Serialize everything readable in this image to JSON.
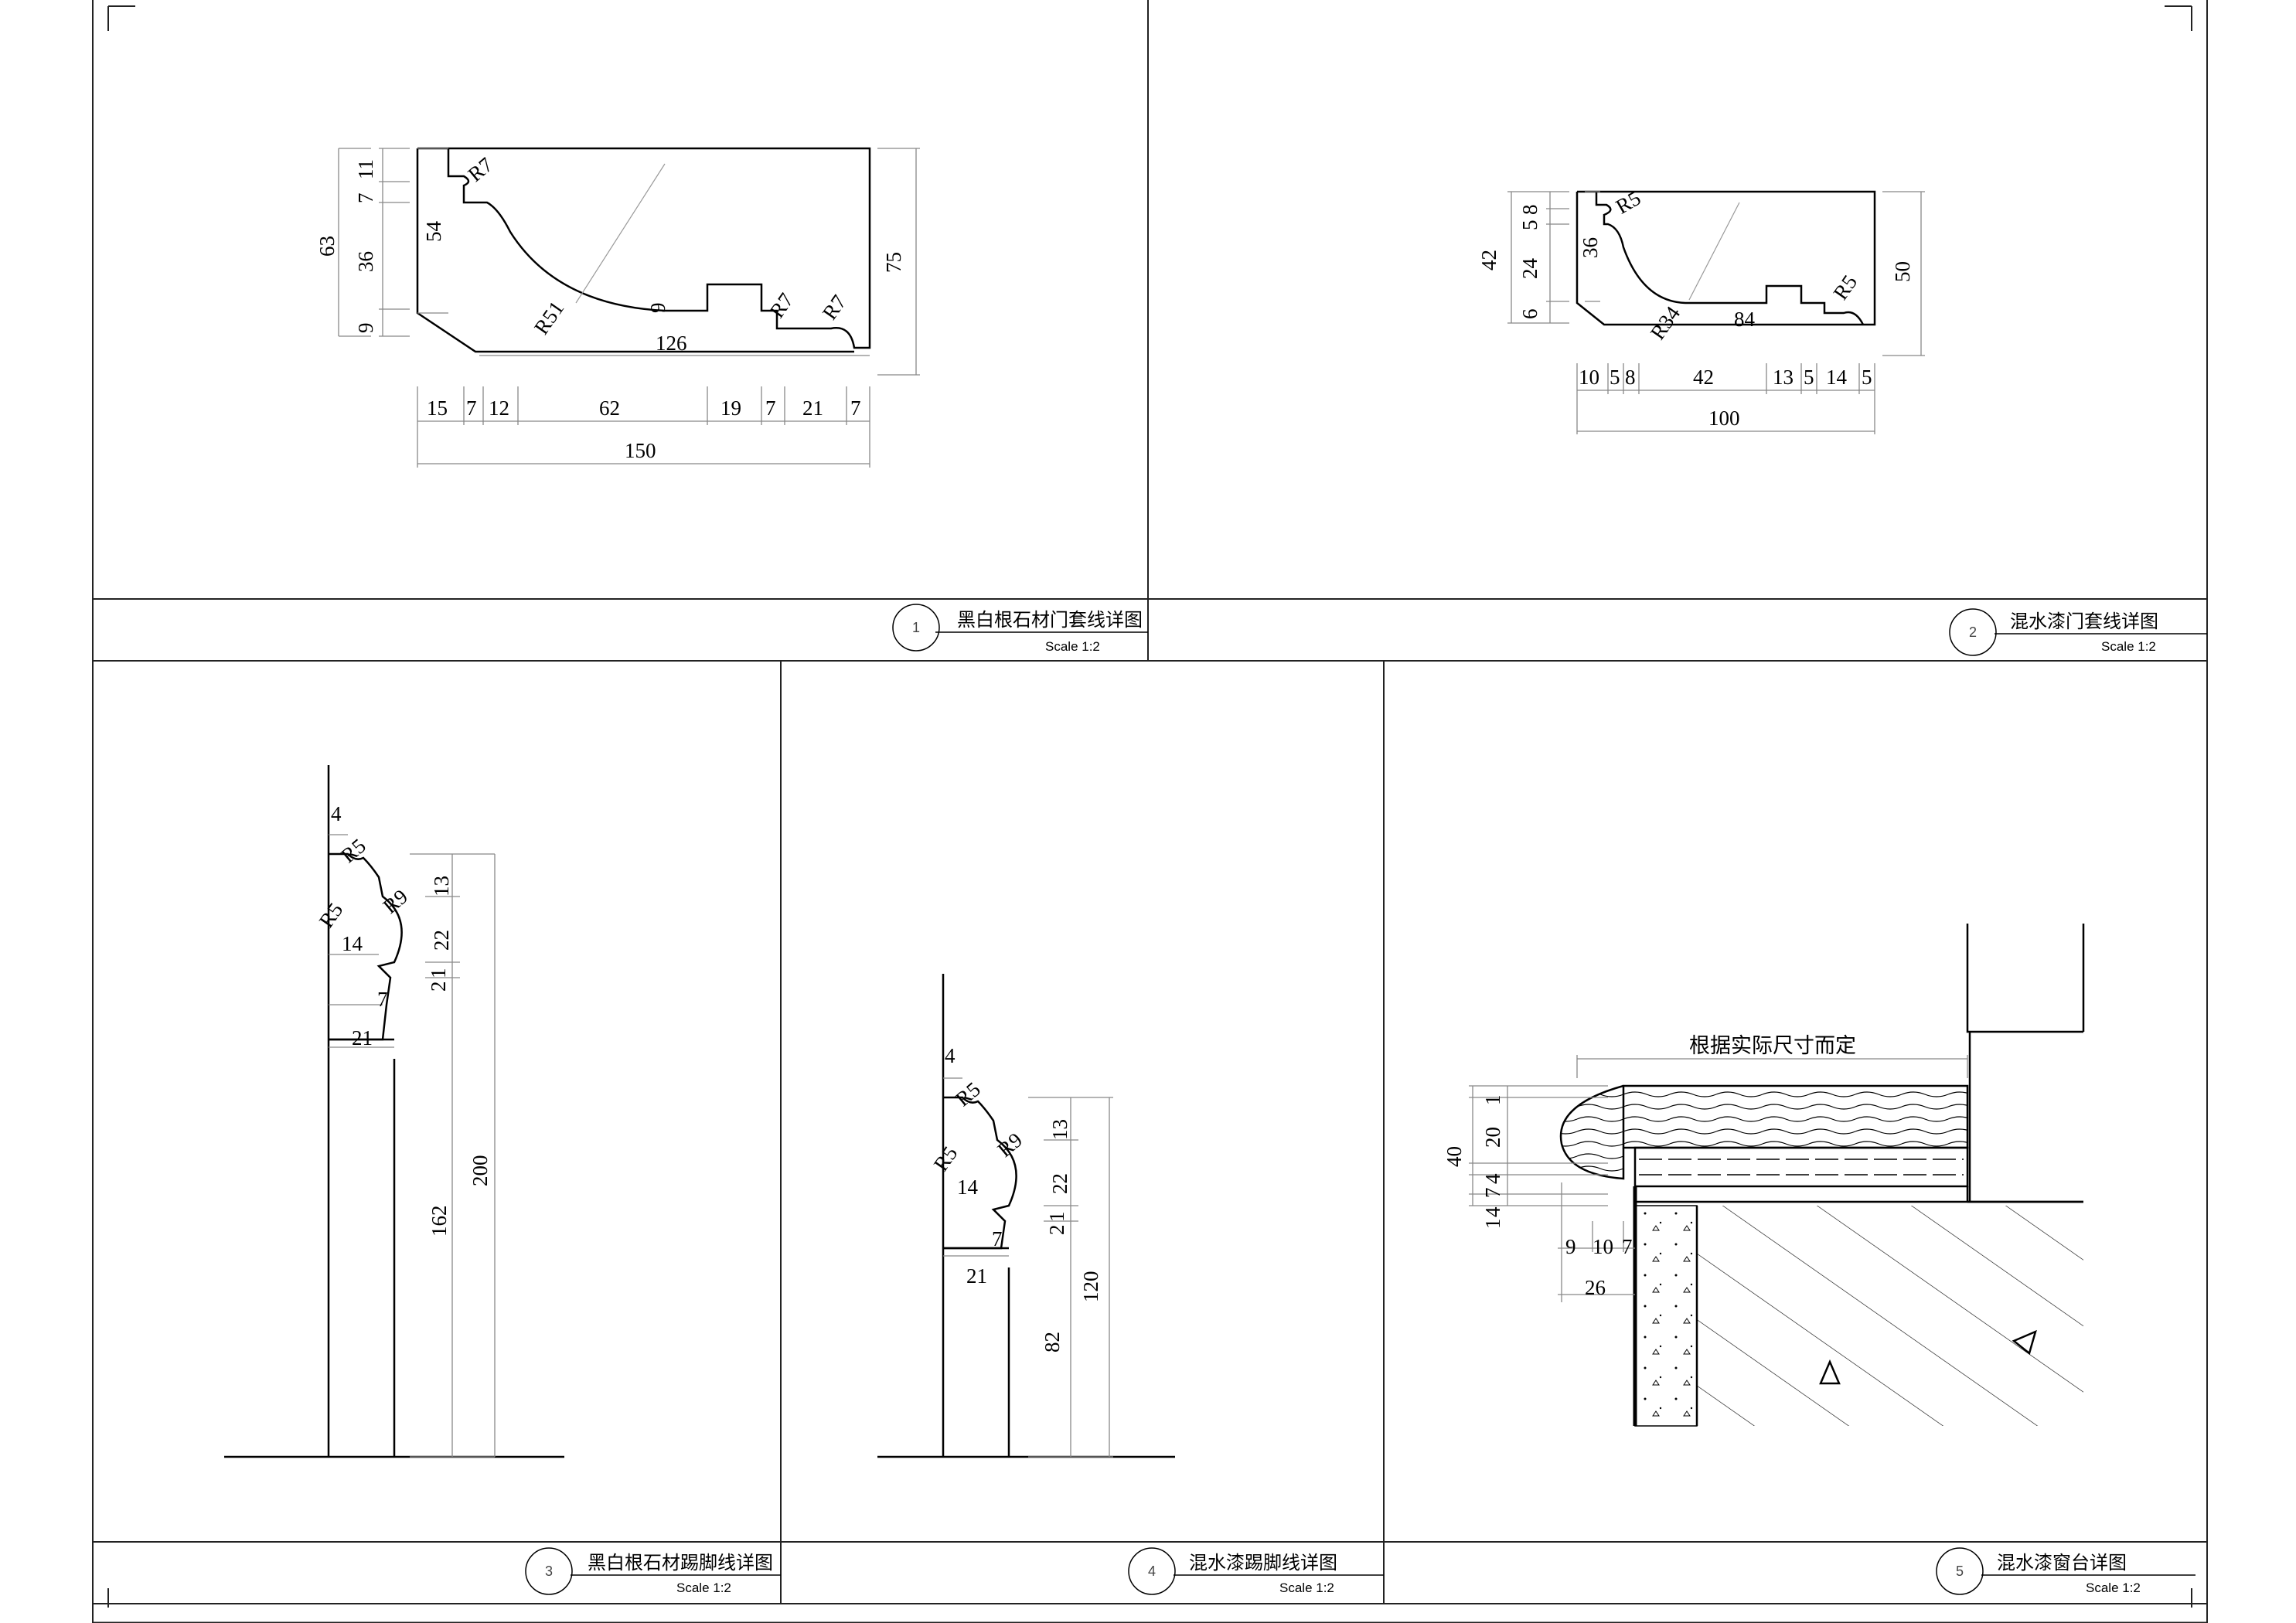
{
  "panels": [
    {
      "id": "1",
      "title": "黑白根石材门套线详图",
      "scale": "Scale 1:2",
      "dims": [
        "63",
        "7",
        "11",
        "36",
        "9",
        "54",
        "75",
        "R7",
        "R51",
        "9",
        "R7",
        "R7",
        "126",
        "15",
        "7",
        "12",
        "62",
        "19",
        "7",
        "21",
        "7",
        "150"
      ]
    },
    {
      "id": "2",
      "title": "混水漆门套线详图",
      "scale": "Scale 1:2",
      "dims": [
        "42",
        "5",
        "8",
        "24",
        "6",
        "36",
        "50",
        "R5",
        "R34",
        "84",
        "R5",
        "10",
        "5",
        "8",
        "42",
        "13",
        "5",
        "14",
        "5",
        "100"
      ]
    },
    {
      "id": "3",
      "title": "黑白根石材踢脚线详图",
      "scale": "Scale 1:2",
      "dims": [
        "4",
        "R5",
        "R5",
        "R9",
        "14",
        "13",
        "22",
        "2",
        "1",
        "7",
        "21",
        "200",
        "162"
      ]
    },
    {
      "id": "4",
      "title": "混水漆踢脚线详图",
      "scale": "Scale 1:2",
      "dims": [
        "4",
        "R5",
        "R5",
        "R9",
        "14",
        "13",
        "22",
        "2",
        "1",
        "7",
        "21",
        "120",
        "82"
      ]
    },
    {
      "id": "5",
      "title": "混水漆窗台详图",
      "scale": "Scale 1:2",
      "note": "根据实际尺寸而定",
      "dims": [
        "1",
        "20",
        "40",
        "4",
        "7",
        "4",
        "1",
        "9",
        "10",
        "7",
        "26"
      ]
    }
  ]
}
